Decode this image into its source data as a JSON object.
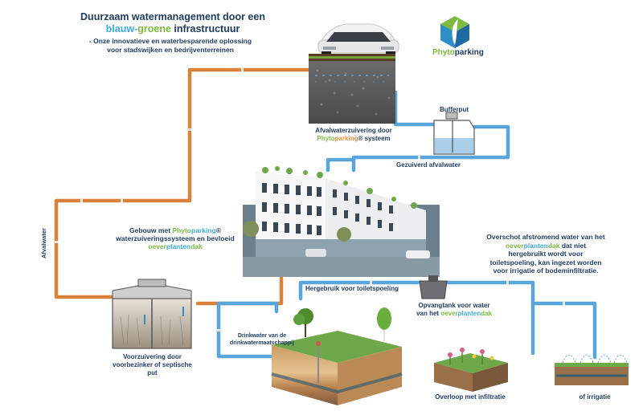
{
  "header": {
    "title_line1": "Duurzaam watermanagement door een",
    "title_blue": "blauw-",
    "title_green": "groene",
    "title_rest": " infrastructuur",
    "subtitle_line1": "- Onze innovatieve en waterbesparende oplossing",
    "subtitle_line2": "voor stadswijken en bedrijventerreinen"
  },
  "logo": {
    "text_green": "Phyto",
    "text_dark": "parking"
  },
  "labels": {
    "afvalwaterzuivering_1": "Afvalwaterzuivering door",
    "afvalwaterzuivering_green": "Phyto",
    "afvalwaterzuivering_dark": "parking",
    "afvalwaterzuivering_rest": "® systeem",
    "bufferput": "Bufferput",
    "gezuiverd": "Gezuiverd afvalwater",
    "gebouw_1": "Gebouw met ",
    "gebouw_green": "Phyto",
    "gebouw_blue": "parking",
    "gebouw_reg": "®",
    "gebouw_2": "waterzuiveringssysteem en bevloeid",
    "gebouw_green2": "oever",
    "gebouw_blue2": "planten",
    "gebouw_dak": "dak",
    "afvalwater": "Afvalwater",
    "overschot_1": "Overschot afstromend water van het",
    "overschot_g": "oever",
    "overschot_b": "planten",
    "overschot_dak": "dak",
    "overschot_2": " dat niet",
    "overschot_3": "hergebruikt wordt voor",
    "overschot_4": "toiletspoeling, kan ingezet worden",
    "overschot_5": "voor  irrigatie of bodeminfiltratie.",
    "hergebruik": "Hergebruik voor toiletspoeling",
    "opvangtank_1": "Opvangtank voor water",
    "opvangtank_2": "van het ",
    "opvangtank_g": "oever",
    "opvangtank_b": "planten",
    "opvangtank_dak": "dak",
    "drinkwater_1": "Drinkwater van de",
    "drinkwater_2": "drinkwatermaatschappij",
    "voorzuivering_1": "Voorzuivering door",
    "voorzuivering_2": "voorbezinker of septische",
    "voorzuivering_3": "put",
    "overloop": "Overloop met infiltratie",
    "irrigatie": "of irrigatie"
  },
  "colors": {
    "orange_pipe": "#d9823b",
    "blue_pipe": "#5aa6dc",
    "dark_text": "#1f3a5f",
    "green_accent": "#7dbb42",
    "blue_accent": "#3fa9d8"
  }
}
